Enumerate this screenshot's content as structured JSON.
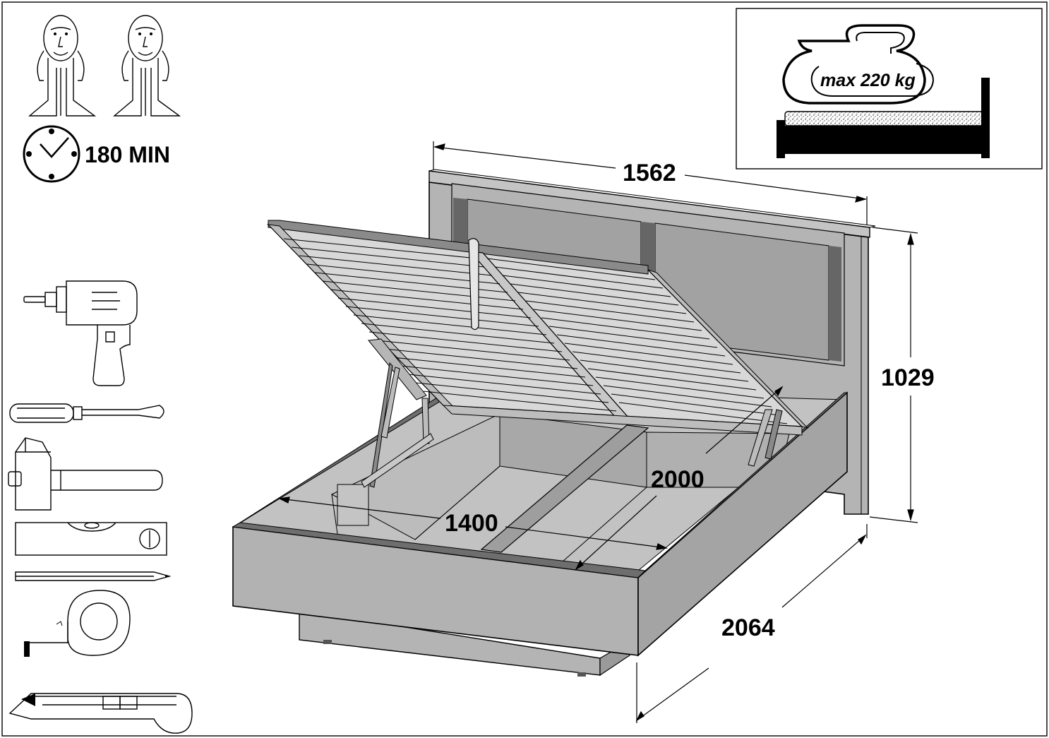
{
  "time": {
    "label": "180 MIN",
    "icon": "clock-icon"
  },
  "people": {
    "count": 2,
    "icon": "person-icon"
  },
  "tools": [
    {
      "name": "drill",
      "icon": "drill-icon"
    },
    {
      "name": "screwdriver",
      "icon": "screwdriver-icon"
    },
    {
      "name": "hammer",
      "icon": "hammer-icon"
    },
    {
      "name": "spirit level",
      "icon": "level-icon"
    },
    {
      "name": "pencil",
      "icon": "pencil-icon"
    },
    {
      "name": "tape measure",
      "icon": "tape-measure-icon"
    },
    {
      "name": "utility knife",
      "icon": "knife-icon"
    }
  ],
  "load": {
    "label": "max 220 kg",
    "icon": "weight-icon"
  },
  "dimensions": {
    "width": "1562",
    "height": "1029",
    "length": "2064",
    "inner_width": "1400",
    "inner_length": "2000"
  },
  "colors": {
    "panel": "#b8b8b8",
    "panel_dark": "#7e7e7e",
    "line": "#000000",
    "background": "#ffffff"
  }
}
